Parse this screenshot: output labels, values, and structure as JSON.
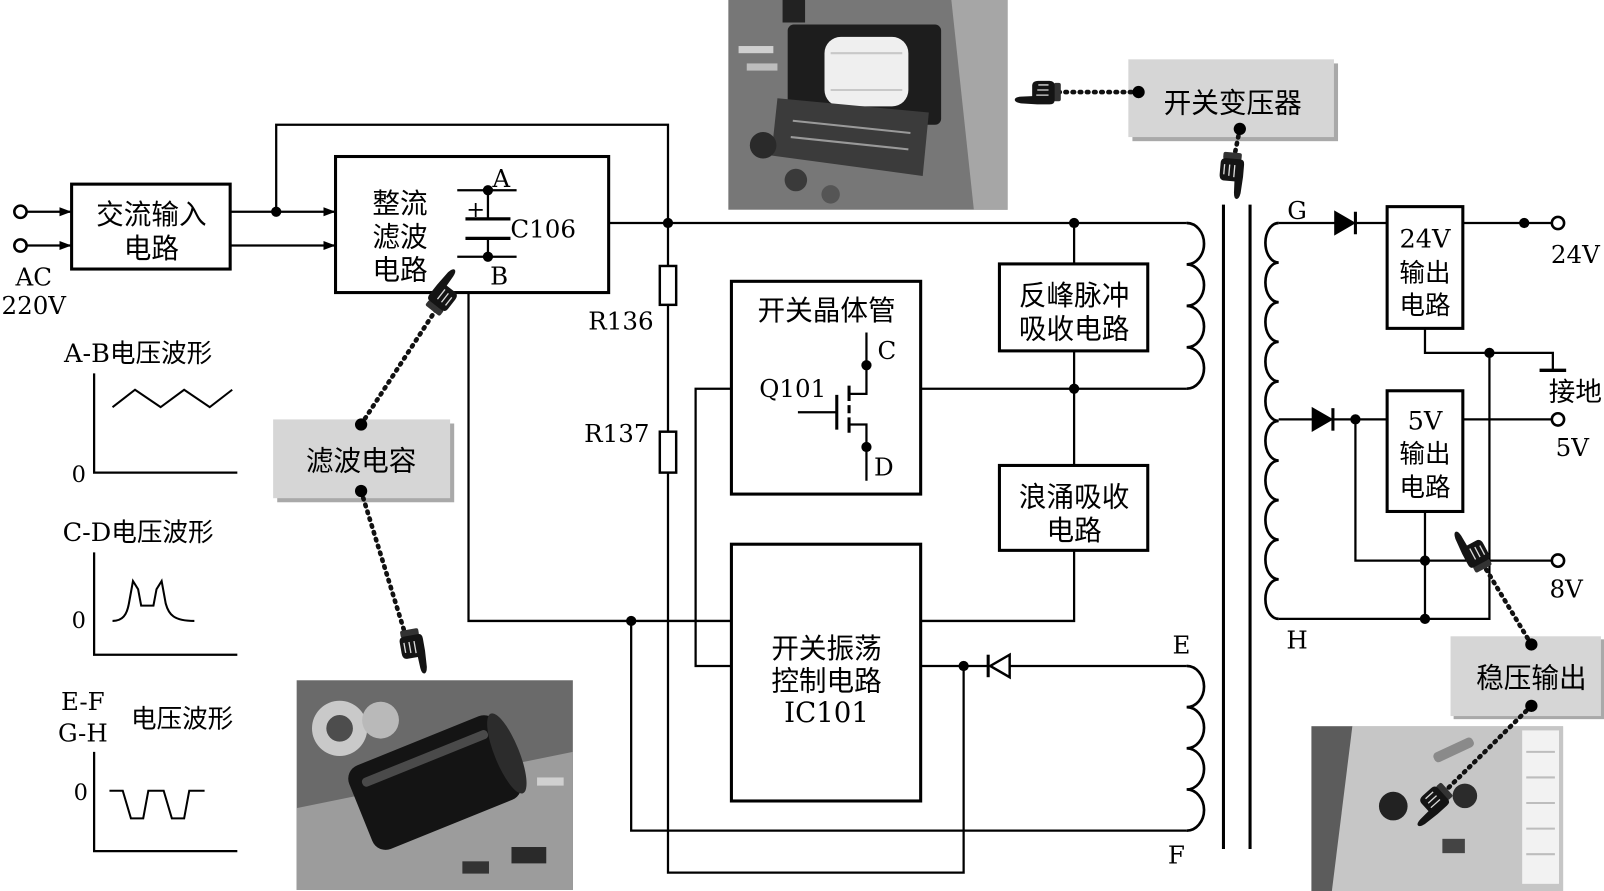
{
  "blocks": {
    "ac_input": {
      "line1": "交流输入",
      "line2": "电路"
    },
    "rectifier": {
      "line1": "整流",
      "line2": "滤波",
      "line3": "电路"
    },
    "switch_transistor": {
      "title": "开关晶体管",
      "ref": "Q101",
      "pin_c": "C",
      "pin_d": "D"
    },
    "flyback_absorb": {
      "line1": "反峰脉冲",
      "line2": "吸收电路"
    },
    "surge_absorb": {
      "line1": "浪涌吸收",
      "line2": "电路"
    },
    "oscillator": {
      "line1": "开关振荡",
      "line2": "控制电路",
      "line3": "IC101"
    },
    "out24": {
      "line1": "24V",
      "line2": "输出",
      "line3": "电路"
    },
    "out5": {
      "line1": "5V",
      "line2": "输出",
      "line3": "电路"
    }
  },
  "labels": {
    "ac": "AC",
    "ac_voltage": "220V",
    "cap_a": "A",
    "cap_b": "B",
    "cap_plus": "+",
    "cap_ref": "C106",
    "r136": "R136",
    "r137": "R137",
    "e": "E",
    "f": "F",
    "g": "G",
    "h": "H",
    "term_24v": "24V",
    "ground": "接地",
    "term_5v": "5V",
    "term_8v": "8V"
  },
  "waveforms": [
    {
      "title": "A-B电压波形",
      "zero": "0"
    },
    {
      "title": "C-D电压波形",
      "zero": "0"
    },
    {
      "title_line1": "E-F",
      "title_line2": "G-H",
      "title": "电压波形",
      "zero": "0"
    }
  ],
  "callouts": {
    "filter_cap": "滤波电容",
    "transformer": "开关变压器",
    "regulated": "稳压输出"
  },
  "icons": {
    "pointer": "pointing-hand-icon"
  },
  "colors": {
    "callout_fill": "#d6d6d6",
    "callout_shadow": "#a9a9a9"
  }
}
